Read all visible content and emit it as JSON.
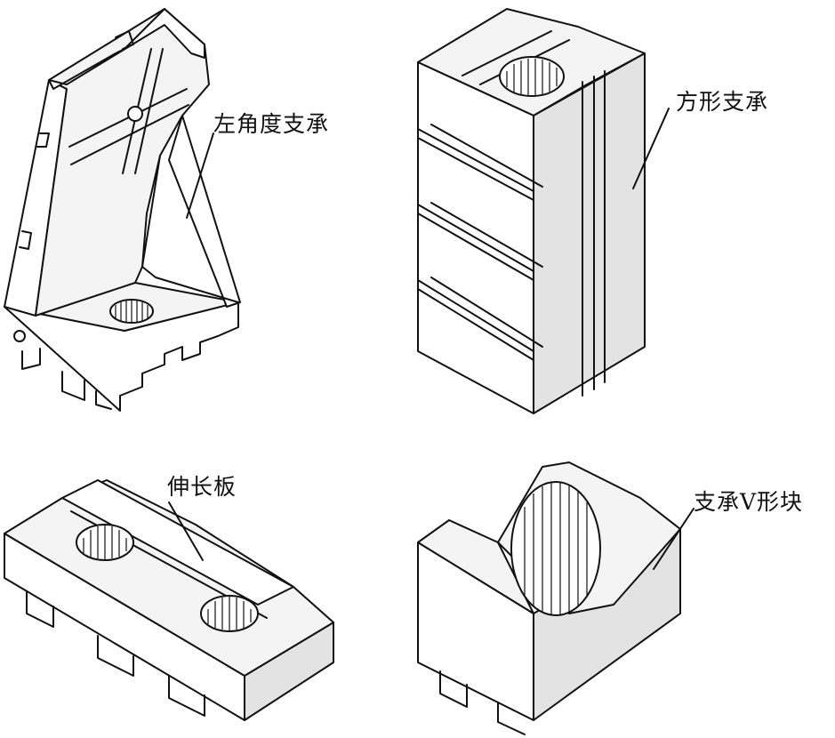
{
  "labels": {
    "angle_support": "左角度支承",
    "square_support": "方形支承",
    "extension_plate": "伸长板",
    "v_block": "支承V形块"
  }
}
